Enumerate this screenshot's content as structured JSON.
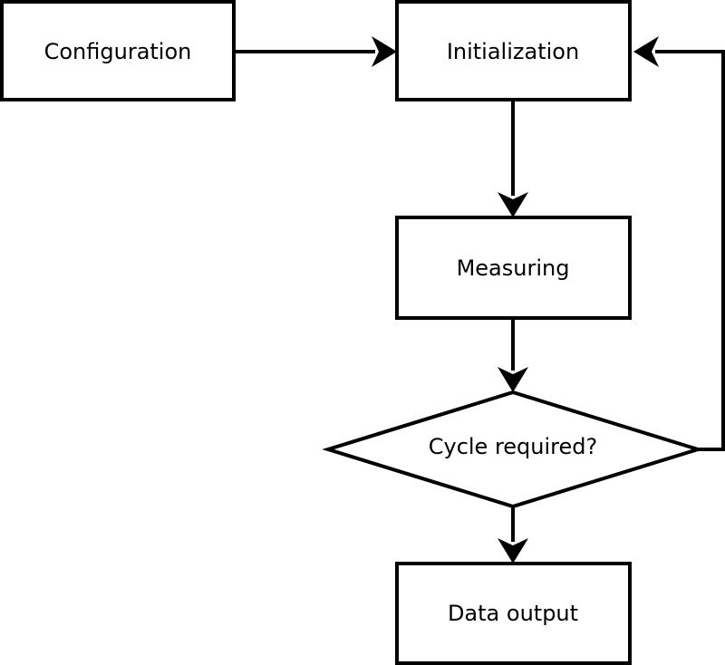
{
  "diagram": {
    "type": "flowchart",
    "colors": {
      "background": "#ffffff",
      "node_fill": "#ffffff",
      "stroke": "#000000",
      "text": "#000000"
    },
    "nodes": [
      {
        "id": "configuration",
        "label": "Configuration",
        "shape": "rectangle"
      },
      {
        "id": "initialization",
        "label": "Initialization",
        "shape": "rectangle"
      },
      {
        "id": "measuring",
        "label": "Measuring",
        "shape": "rectangle"
      },
      {
        "id": "cycle-required",
        "label": "Cycle required?",
        "shape": "diamond"
      },
      {
        "id": "data-output",
        "label": "Data output",
        "shape": "rectangle"
      }
    ],
    "edges": [
      {
        "from": "configuration",
        "to": "initialization",
        "style": "arrow"
      },
      {
        "from": "initialization",
        "to": "measuring",
        "style": "arrow"
      },
      {
        "from": "measuring",
        "to": "cycle-required",
        "style": "arrow"
      },
      {
        "from": "cycle-required",
        "to": "data-output",
        "style": "arrow"
      },
      {
        "from": "cycle-required",
        "to": "initialization",
        "style": "arrow-loop-right"
      }
    ]
  }
}
